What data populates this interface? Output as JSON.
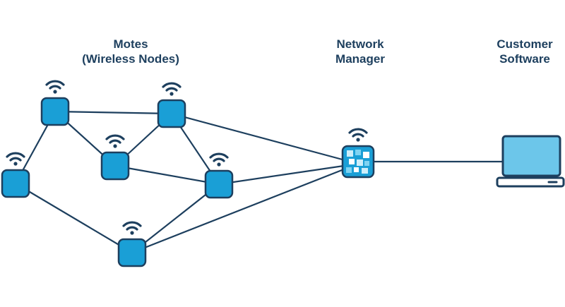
{
  "labels": {
    "motes": {
      "line1": "Motes",
      "line2": "(Wireless Nodes)"
    },
    "network_manager": {
      "line1": "Network",
      "line2": "Manager"
    },
    "customer_software": {
      "line1": "Customer",
      "line2": "Software"
    }
  },
  "colors": {
    "node_fill": "#1a9fd6",
    "node_stroke": "#1d3f5e",
    "link": "#1d3f5e",
    "text": "#1d3f5e",
    "screen": "#6cc6ea"
  },
  "icons": {
    "mote": "wifi-signal-icon",
    "manager": "network-manager-icon",
    "laptop": "laptop-icon"
  }
}
